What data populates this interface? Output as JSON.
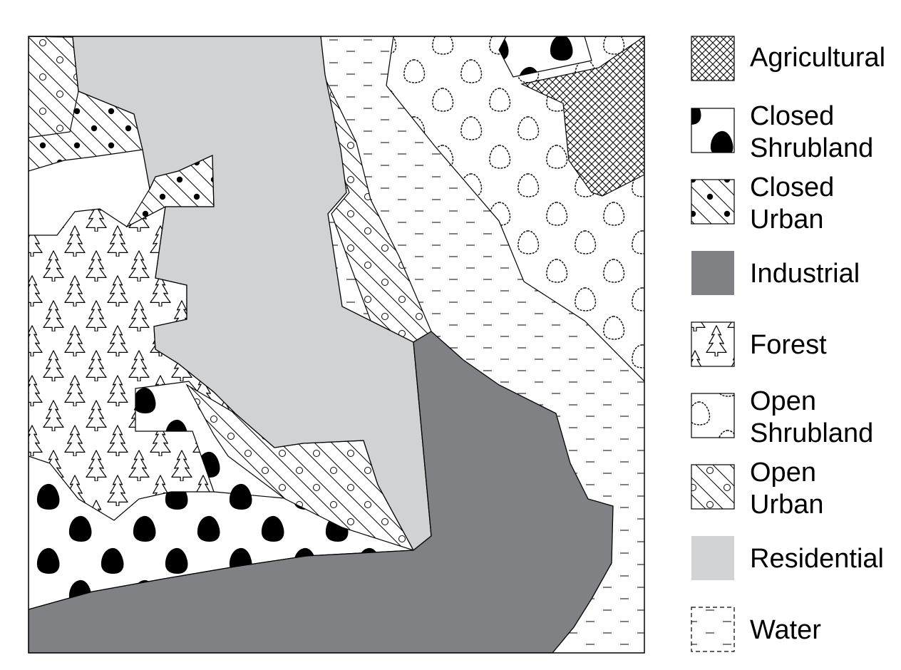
{
  "legend": {
    "items": [
      {
        "key": "agricultural",
        "lines": [
          "Agricultural"
        ]
      },
      {
        "key": "closed-shrubland",
        "lines": [
          "Closed",
          "Shrubland"
        ]
      },
      {
        "key": "closed-urban",
        "lines": [
          "Closed",
          "Urban"
        ]
      },
      {
        "key": "industrial",
        "lines": [
          "Industrial"
        ]
      },
      {
        "key": "forest",
        "lines": [
          "Forest"
        ]
      },
      {
        "key": "open-shrubland",
        "lines": [
          "Open",
          "Shrubland"
        ]
      },
      {
        "key": "open-urban",
        "lines": [
          "Open",
          "Urban"
        ]
      },
      {
        "key": "residential",
        "lines": [
          "Residential"
        ]
      },
      {
        "key": "water",
        "lines": [
          "Water"
        ]
      }
    ]
  },
  "colors": {
    "industrial": "#808184",
    "residential": "#d1d2d4",
    "outline": "#000000",
    "background": "#ffffff"
  }
}
